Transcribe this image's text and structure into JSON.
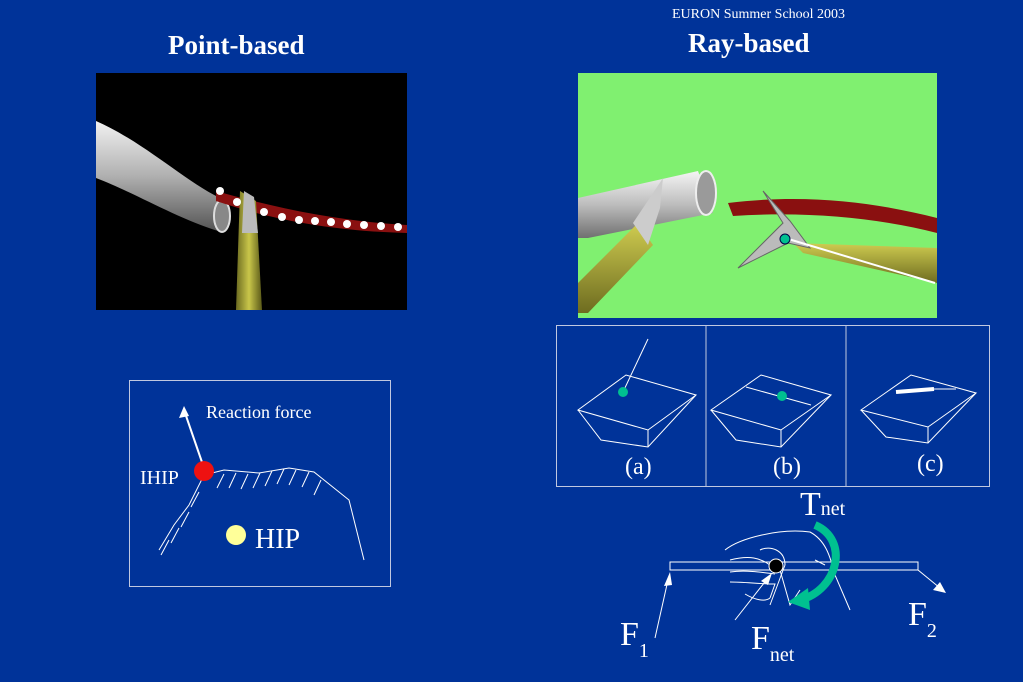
{
  "header": {
    "text": "EURON Summer School 2003"
  },
  "left": {
    "title": "Point-based",
    "diagram": {
      "reaction_label": "Reaction force",
      "ihip_label": "IHIP",
      "hip_label": "HIP"
    }
  },
  "right": {
    "title": "Ray-based",
    "panels": [
      "(a)",
      "(b)",
      "(c)"
    ],
    "torque": {
      "t_base": "T",
      "t_sub": "net",
      "f1_base": "F",
      "f1_sub": "1",
      "f2_base": "F",
      "f2_sub": "2",
      "fnet_base": "F",
      "fnet_sub": "net"
    }
  },
  "colors": {
    "background": "#003399",
    "green_screen": "#80f070",
    "teal": "#00c090",
    "red_dot": "#ee1111",
    "hip_dot": "#ffff99"
  }
}
